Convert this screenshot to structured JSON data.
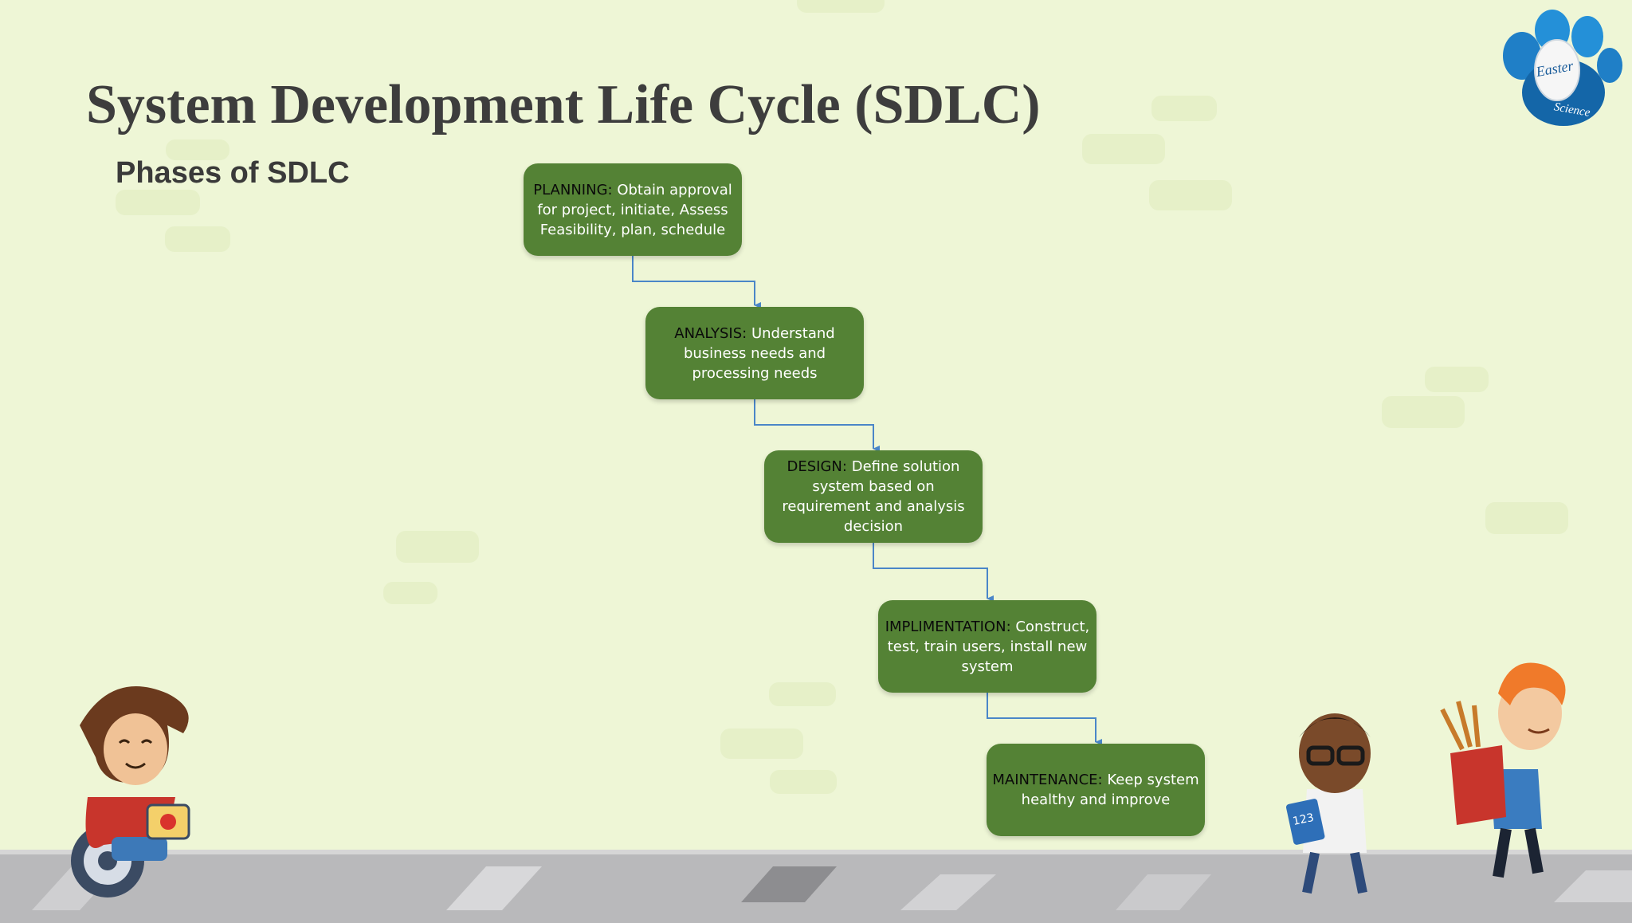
{
  "slide": {
    "title": "System Development Life Cycle (SDLC)",
    "subtitle": "Phases of SDLC"
  },
  "logo": {
    "line1": "Easter",
    "line2": "Science"
  },
  "phases": [
    {
      "keyword": "PLANNING",
      "separator": ":",
      "text": " Obtain approval for project, initiate, Assess Feasibility,  plan, schedule"
    },
    {
      "keyword": "ANALYSIS",
      "separator": ":",
      "text": " Understand business needs and processing needs"
    },
    {
      "keyword": "DESIGN",
      "separator": ":",
      "text": " Define solution system based on requirement and analysis decision"
    },
    {
      "keyword": "IMPLIMENTATION",
      "separator": ":",
      "text": " Construct, test, train users, install new system"
    },
    {
      "keyword": "MAINTENANCE",
      "separator": ":",
      "text": " Keep system healthy and improve"
    }
  ],
  "colors": {
    "background": "#eef6d6",
    "box_fill": "#548235",
    "connector": "#4a86c8",
    "title": "#3d3d3d"
  },
  "illustration": {
    "book_label": "123"
  }
}
